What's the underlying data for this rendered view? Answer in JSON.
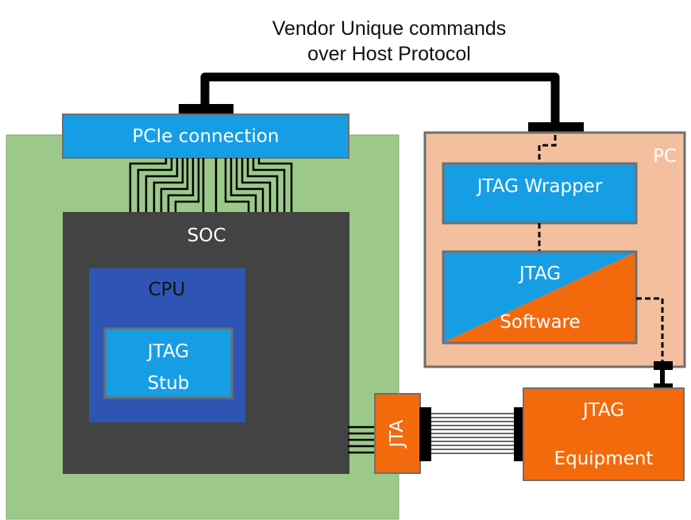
{
  "title": {
    "line1": "Vendor Unique commands",
    "line2": "over Host Protocol"
  },
  "board": {
    "pcie_label": "PCIe connection",
    "soc_label": "SOC",
    "cpu_label": "CPU",
    "stub_line1": "JTAG",
    "stub_line2": "Stub",
    "jtag_connector_label": "JTA"
  },
  "pc": {
    "label": "PC",
    "wrapper_label": "JTAG Wrapper",
    "software_line1": "JTAG",
    "software_line2": "Software"
  },
  "equipment": {
    "line1": "JTAG",
    "line2": "Equipment"
  },
  "colors": {
    "board_green": "#9cc98a",
    "soc_dark": "#434343",
    "cpu_blue": "#2f55b4",
    "component_blue": "#169ee5",
    "pc_peach": "#f3bf9f",
    "equipment_orange": "#f36a0d",
    "cable_black": "#000000"
  }
}
